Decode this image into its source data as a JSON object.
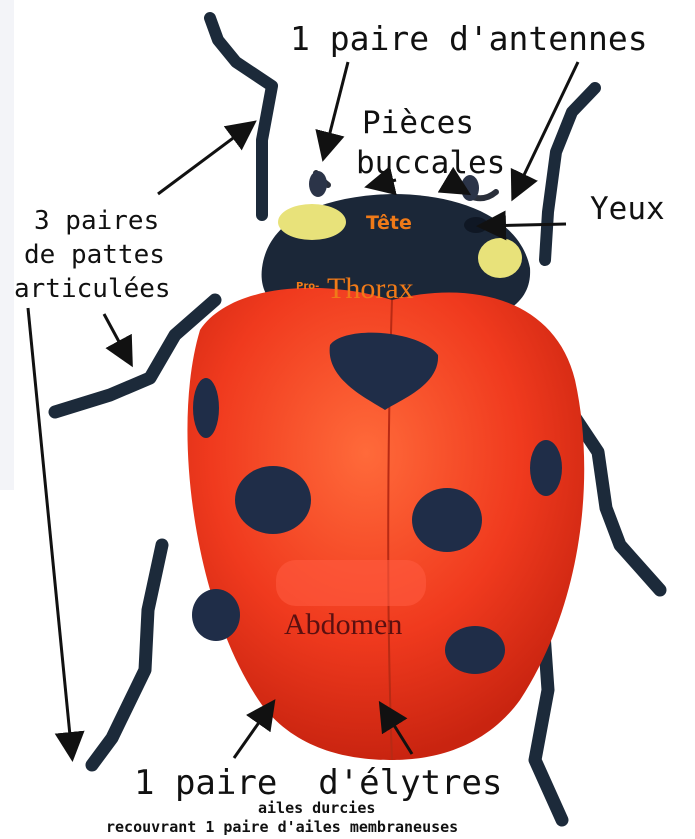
{
  "labels": {
    "antennae": "1 paire d'antennes",
    "mouthparts_line1": "Pièces",
    "mouthparts_line2": "buccales",
    "eyes": "Yeux",
    "legs_line1": "3 paires",
    "legs_line2": "de pattes",
    "legs_line3": "articulées",
    "head": "Tête",
    "prothorax_prefix": "Pro-",
    "thorax": "Thorax",
    "abdomen": "Abdomen",
    "elytra": "1 paire  d'élytres",
    "elytra_sub1": "ailes durcies",
    "elytra_sub2": "recouvrant 1 paire d'ailes membraneuses"
  },
  "colors": {
    "elytra": "#f03a1e",
    "spots": "#1f2d48",
    "head": "#1b2738",
    "head_patch": "#e8e27a",
    "orange_text": "#f07a18",
    "maroon_text": "#5a1010",
    "arrow": "#111111"
  }
}
